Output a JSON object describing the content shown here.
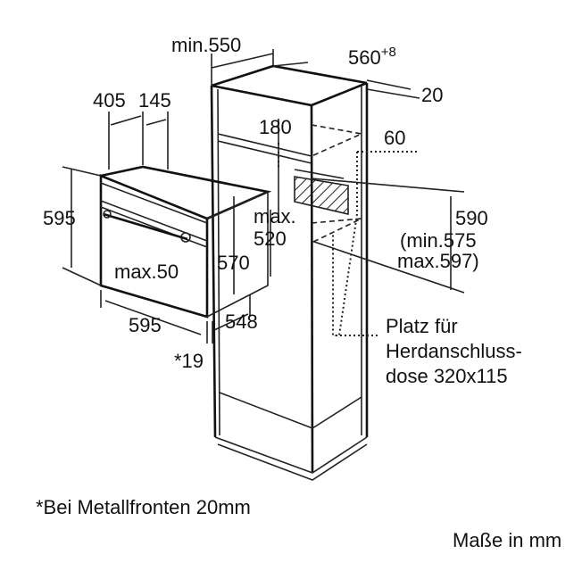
{
  "dimensions": {
    "min_550": "min.550",
    "d560": "560",
    "d560_tol": "+8",
    "d20": "20",
    "d405": "405",
    "d145": "145",
    "d180": "180",
    "d60": "60",
    "d595_height": "595",
    "max_label": "max.",
    "d520": "520",
    "d570": "570",
    "max_50": "max.50",
    "d590": "590",
    "min_575": "(min.575",
    "max_597": "max.597)",
    "d595_width": "595",
    "d548": "548",
    "d19": "*19"
  },
  "callout": {
    "line1": "Platz für",
    "line2": "Herdanschluss-",
    "line3": "dose 320x115"
  },
  "footnote": "*Bei Metallfronten 20mm",
  "units_note": "Maße in mm"
}
